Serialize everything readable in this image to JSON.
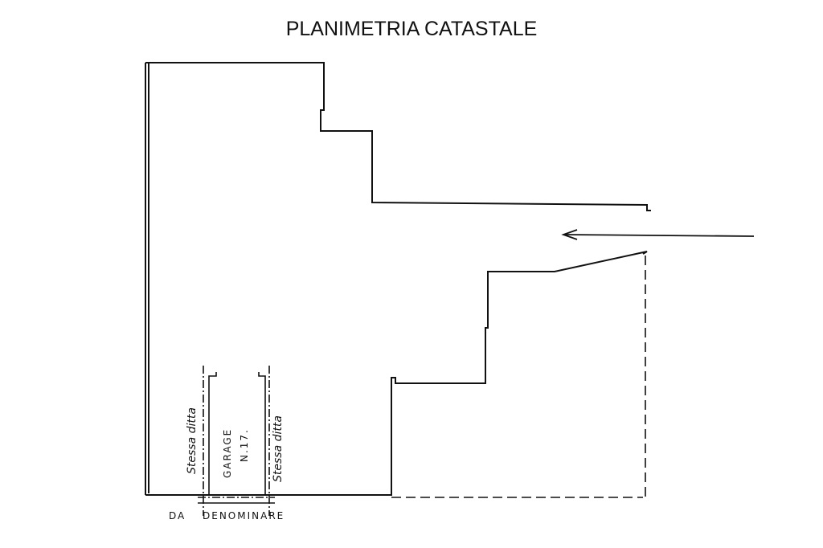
{
  "title": "PLANIMETRIA CATASTALE",
  "labels": {
    "left_neighbor": "Stessa ditta",
    "garage_name": "GARAGE",
    "garage_number": "N.17.",
    "right_neighbor": "Stessa ditta",
    "bottom_note_1": "DA",
    "bottom_note_2": "DENOMINARE"
  }
}
